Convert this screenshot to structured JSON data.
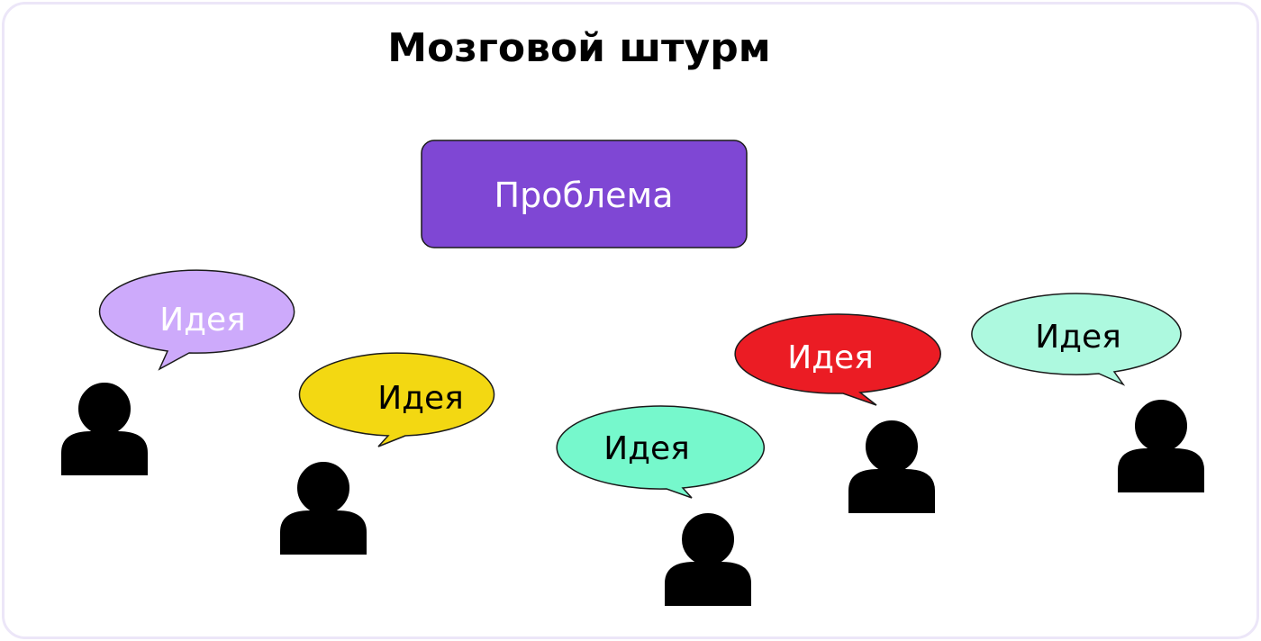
{
  "title": "Мозговой штурм",
  "problem": {
    "label": "Проблема",
    "fill": "#7f47d4",
    "text_color": "#ffffff"
  },
  "ideas": [
    {
      "label": "Идея",
      "fill": "#cdaafb",
      "text_color": "#ffffff"
    },
    {
      "label": "Идея",
      "fill": "#f3d812",
      "text_color": "#000000"
    },
    {
      "label": "Идея",
      "fill": "#76f8cc",
      "text_color": "#000000"
    },
    {
      "label": "Идея",
      "fill": "#eb1c24",
      "text_color": "#ffffff"
    },
    {
      "label": "Идея",
      "fill": "#adf9df",
      "text_color": "#000000"
    }
  ],
  "person_icon": "person-icon",
  "person_color": "#000000",
  "frame_border_color": "#ece6f8"
}
